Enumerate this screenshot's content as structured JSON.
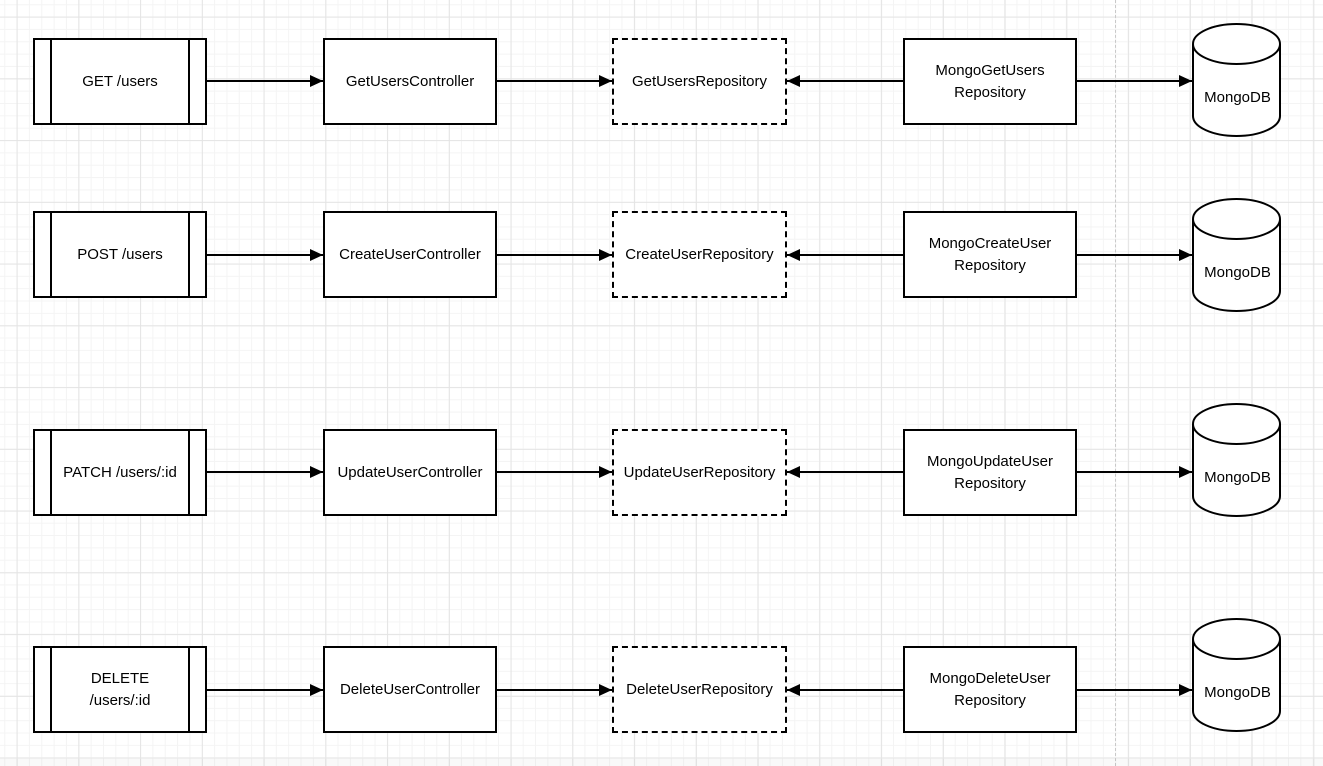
{
  "canvas": {
    "background_color": "#ffffff",
    "grid_minor_color": "#f4f4f4",
    "grid_major_color": "#e4e4e4",
    "stroke_color": "#000000",
    "page_break_color": "#c9c9c9"
  },
  "diagram": {
    "rows": [
      {
        "endpoint": "GET /users",
        "controller": "GetUsersController",
        "repository": "GetUsersRepository",
        "mongo_repository": "MongoGetUsers\nRepository",
        "database": "MongoDB"
      },
      {
        "endpoint": "POST /users",
        "controller": "CreateUserController",
        "repository": "CreateUserRepository",
        "mongo_repository": "MongoCreateUser\nRepository",
        "database": "MongoDB"
      },
      {
        "endpoint": "PATCH /users/:id",
        "controller": "UpdateUserController",
        "repository": "UpdateUserRepository",
        "mongo_repository": "MongoUpdateUser\nRepository",
        "database": "MongoDB"
      },
      {
        "endpoint": "DELETE\n/users/:id",
        "controller": "DeleteUserController",
        "repository": "DeleteUserRepository",
        "mongo_repository": "MongoDeleteUser\nRepository",
        "database": "MongoDB"
      }
    ]
  }
}
